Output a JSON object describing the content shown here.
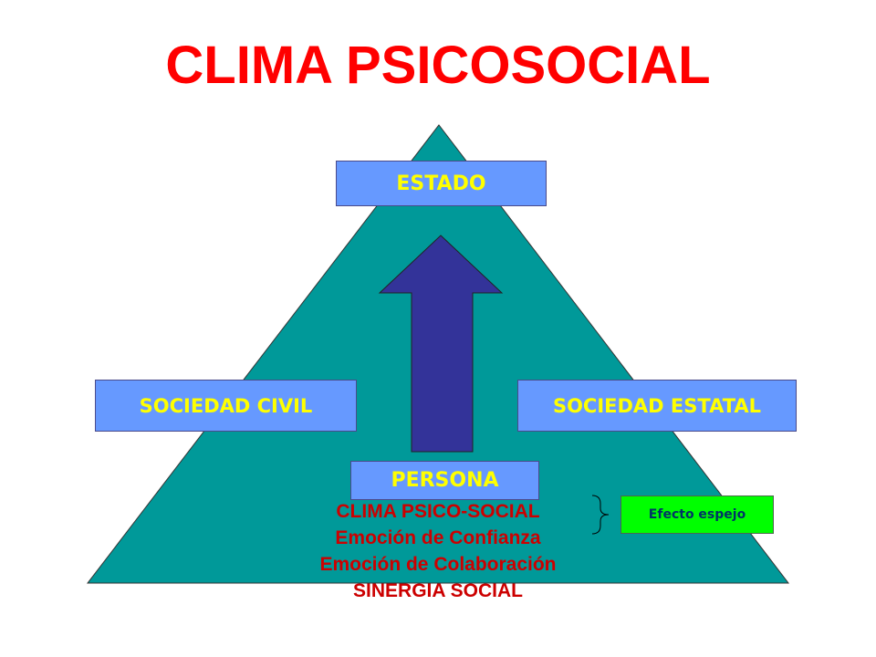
{
  "title": "CLIMA PSICOSOCIAL",
  "colors": {
    "title": "#ff0000",
    "pyramid": "#009999",
    "box_fill": "#6699ff",
    "box_text": "#ffff00",
    "arrow": "#333399",
    "effect_box": "#00ff00",
    "effect_text": "#003366",
    "clima_text": "#cc0000"
  },
  "boxes": {
    "estado": "ESTADO",
    "sociedad_civil": "SOCIEDAD CIVIL",
    "sociedad_estatal": "SOCIEDAD ESTATAL",
    "persona": "PERSONA"
  },
  "clima": {
    "line1": "CLIMA PSICO-SOCIAL",
    "line2": "Emoción de Confianza",
    "line3": "Emoción de Colaboración",
    "line4": "SINERGIA SOCIAL"
  },
  "effect_label": "Efecto espejo"
}
